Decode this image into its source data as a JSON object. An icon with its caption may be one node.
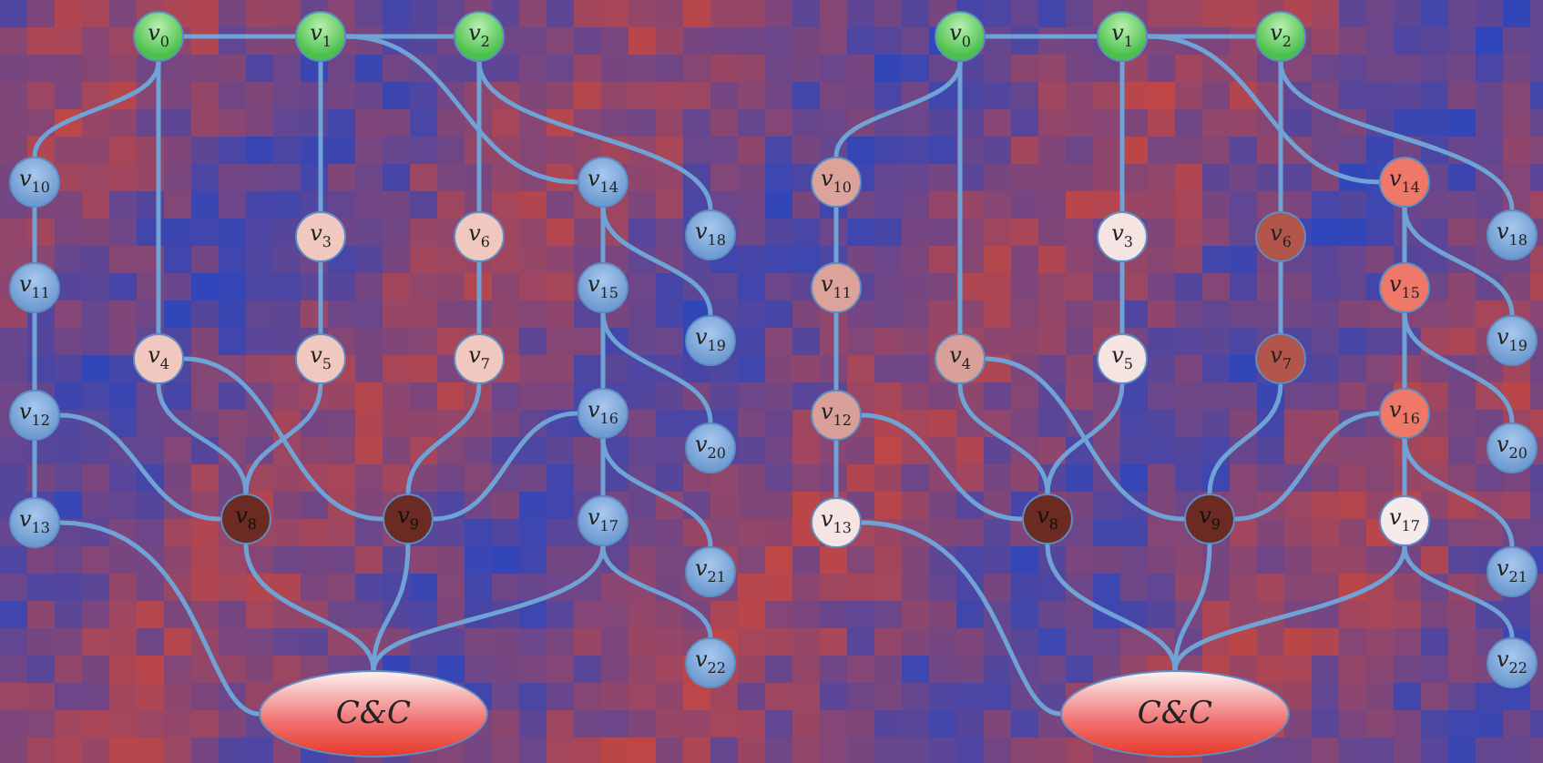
{
  "diagram": {
    "nodes": [
      {
        "text": [
          "v$_{0}$"
        ]
      },
      {
        "text": [
          "v$_{1}$"
        ]
      },
      {
        "text": [
          "v$_{2}$"
        ]
      },
      {
        "text": [
          "v$_{3}$"
        ]
      },
      {
        "text": [
          "v$_{4}$"
        ]
      },
      {
        "text": [
          "v$_{5}$"
        ]
      },
      {
        "text": [
          "v$_{6}$"
        ]
      },
      {
        "text": [
          "v$_{7}$"
        ]
      },
      {
        "text": [
          "v$_{8}$"
        ]
      },
      {
        "text": [
          "v$_{9}$"
        ]
      },
      {
        "text": [
          "v$_{10}$"
        ]
      },
      {
        "text": [
          "v$_{11}$"
        ]
      },
      {
        "text": [
          "v$_{12}$"
        ]
      },
      {
        "text": [
          "v$_{13}$"
        ]
      },
      {
        "text": [
          "v$_{14}$"
        ]
      },
      {
        "text": [
          "v$_{15}$"
        ]
      },
      {
        "text": [
          "v$_{16}$"
        ]
      },
      {
        "text": [
          "v$_{17}$"
        ]
      },
      {
        "text": [
          "v$_{18}$"
        ]
      },
      {
        "text": [
          "v$_{19}$"
        ]
      },
      {
        "text": [
          "v$_{20}$"
        ]
      },
      {
        "text": [
          "v$_{21}$"
        ]
      },
      {
        "text": [
          "v$_{22}$"
        ]
      },
      {
        "text": [
          "C&C"
        ]
      },
      {
        "text": [
          "v$_{0}$"
        ]
      },
      {
        "text": [
          "v$_{1}$"
        ]
      },
      {
        "text": [
          "v$_{2}$"
        ]
      },
      {
        "text": [
          "v$_{3}$"
        ]
      },
      {
        "text": [
          "v$_{4}$"
        ]
      },
      {
        "text": [
          "v$_{5}$"
        ]
      },
      {
        "text": [
          "v$_{6}$"
        ]
      },
      {
        "text": [
          "v$_{7}$"
        ]
      },
      {
        "text": [
          "v$_{8}$"
        ]
      },
      {
        "text": [
          "v$_{9}$"
        ]
      },
      {
        "text": [
          "v$_{10}$"
        ]
      },
      {
        "text": [
          "v$_{11}$"
        ]
      },
      {
        "text": [
          "v$_{12}$"
        ]
      },
      {
        "text": [
          "v$_{13}$"
        ]
      },
      {
        "text": [
          "v$_{14}$"
        ]
      },
      {
        "text": [
          "v$_{15}$"
        ]
      },
      {
        "text": [
          "v$_{16}$"
        ]
      },
      {
        "text": [
          "v$_{17}$"
        ]
      },
      {
        "text": [
          "v$_{18}$"
        ]
      },
      {
        "text": [
          "v$_{19}$"
        ]
      },
      {
        "text": [
          "v$_{20}$"
        ]
      },
      {
        "text": [
          "v$_{21}$"
        ]
      },
      {
        "text": [
          "v$_{22}$"
        ]
      },
      {
        "text": [
          "C&C"
        ]
      }
    ],
    "edges": [
      {
        "from": 0,
        "to": 1,
        "arrow": "none"
      },
      {
        "from": 1,
        "to": 2,
        "arrow": "none"
      },
      {
        "from": 0,
        "to": 10,
        "arrow": "none"
      },
      {
        "from": 0,
        "to": 4,
        "arrow": "none"
      },
      {
        "from": 1,
        "to": 3,
        "arrow": "none"
      },
      {
        "from": 1,
        "to": 14,
        "arrow": "none"
      },
      {
        "from": 2,
        "to": 6,
        "arrow": "none"
      },
      {
        "from": 2,
        "to": 18,
        "arrow": "none"
      },
      {
        "from": 3,
        "to": 5,
        "arrow": "none"
      },
      {
        "from": 6,
        "to": 7,
        "arrow": "none"
      },
      {
        "from": 10,
        "to": 11,
        "arrow": "none"
      },
      {
        "from": 11,
        "to": 12,
        "arrow": "none"
      },
      {
        "from": 12,
        "to": 13,
        "arrow": "none"
      },
      {
        "from": 14,
        "to": 15,
        "arrow": "none"
      },
      {
        "from": 14,
        "to": 19,
        "arrow": "none"
      },
      {
        "from": 15,
        "to": 16,
        "arrow": "none"
      },
      {
        "from": 15,
        "to": 20,
        "arrow": "none"
      },
      {
        "from": 16,
        "to": 17,
        "arrow": "none"
      },
      {
        "from": 16,
        "to": 21,
        "arrow": "none"
      },
      {
        "from": 17,
        "to": 22,
        "arrow": "none"
      },
      {
        "from": 4,
        "to": 8,
        "arrow": "none"
      },
      {
        "from": 4,
        "to": 9,
        "arrow": "none"
      },
      {
        "from": 5,
        "to": 8,
        "arrow": "none"
      },
      {
        "from": 12,
        "to": 8,
        "arrow": "none"
      },
      {
        "from": 7,
        "to": 9,
        "arrow": "none"
      },
      {
        "from": 16,
        "to": 9,
        "arrow": "none"
      },
      {
        "from": 8,
        "to": 23,
        "arrow": "none"
      },
      {
        "from": 9,
        "to": 23,
        "arrow": "none"
      },
      {
        "from": 13,
        "to": 23,
        "arrow": "none"
      },
      {
        "from": 17,
        "to": 23,
        "arrow": "none"
      },
      {
        "from": 24,
        "to": 25,
        "arrow": "none"
      },
      {
        "from": 25,
        "to": 26,
        "arrow": "none"
      },
      {
        "from": 24,
        "to": 34,
        "arrow": "none"
      },
      {
        "from": 24,
        "to": 28,
        "arrow": "none"
      },
      {
        "from": 25,
        "to": 27,
        "arrow": "none"
      },
      {
        "from": 25,
        "to": 38,
        "arrow": "none"
      },
      {
        "from": 26,
        "to": 30,
        "arrow": "none"
      },
      {
        "from": 26,
        "to": 42,
        "arrow": "none"
      },
      {
        "from": 27,
        "to": 29,
        "arrow": "none"
      },
      {
        "from": 30,
        "to": 31,
        "arrow": "none"
      },
      {
        "from": 34,
        "to": 35,
        "arrow": "none"
      },
      {
        "from": 35,
        "to": 36,
        "arrow": "none"
      },
      {
        "from": 36,
        "to": 37,
        "arrow": "none"
      },
      {
        "from": 38,
        "to": 39,
        "arrow": "none"
      },
      {
        "from": 38,
        "to": 43,
        "arrow": "none"
      },
      {
        "from": 39,
        "to": 40,
        "arrow": "none"
      },
      {
        "from": 39,
        "to": 44,
        "arrow": "none"
      },
      {
        "from": 40,
        "to": 41,
        "arrow": "none"
      },
      {
        "from": 40,
        "to": 45,
        "arrow": "none"
      },
      {
        "from": 41,
        "to": 46,
        "arrow": "none"
      },
      {
        "from": 28,
        "to": 32,
        "arrow": "none"
      },
      {
        "from": 28,
        "to": 33,
        "arrow": "none"
      },
      {
        "from": 29,
        "to": 32,
        "arrow": "none"
      },
      {
        "from": 36,
        "to": 32,
        "arrow": "none"
      },
      {
        "from": 31,
        "to": 33,
        "arrow": "none"
      },
      {
        "from": 40,
        "to": 33,
        "arrow": "none"
      },
      {
        "from": 32,
        "to": 47,
        "arrow": "none"
      },
      {
        "from": 33,
        "to": 47,
        "arrow": "none"
      },
      {
        "from": 37,
        "to": 47,
        "arrow": "none"
      },
      {
        "from": 41,
        "to": 47,
        "arrow": "none"
      }
    ]
  }
}
